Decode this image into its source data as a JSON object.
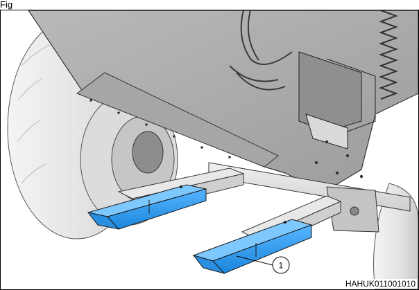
{
  "figure": {
    "label": "Fig",
    "callouts": [
      {
        "number": "1"
      }
    ],
    "image_code": "HAHUK011001010"
  },
  "colors": {
    "highlight": "#1e90e0",
    "frame_grey": "#a9a9a9",
    "line": "#1a1a1a"
  }
}
